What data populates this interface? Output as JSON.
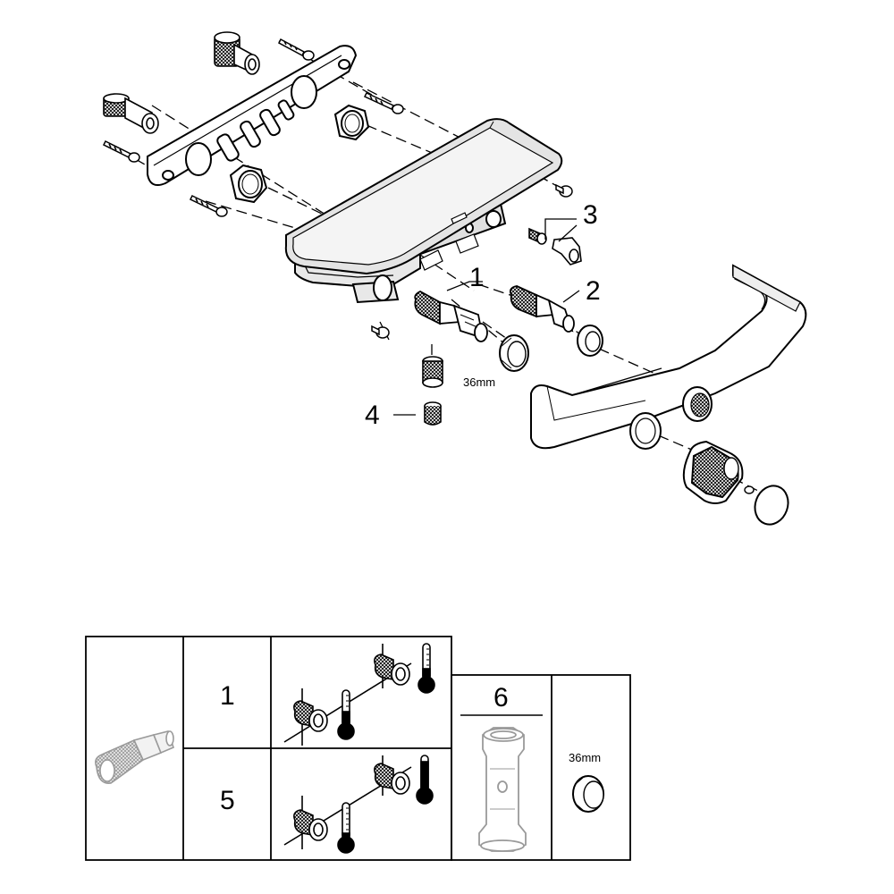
{
  "exploded_view": {
    "callouts": {
      "part_1": "1",
      "part_2": "2",
      "part_3": "3",
      "part_4": "4"
    },
    "nut_size": "36mm"
  },
  "spare_parts_table": {
    "row_1_number": "1",
    "row_5_number": "5",
    "tool_number": "6",
    "nut_size": "36mm"
  },
  "colors": {
    "line": "#000000",
    "fill": "#ffffff",
    "shade": "#d8d8d8",
    "grey_part": "#9a9a9a"
  }
}
